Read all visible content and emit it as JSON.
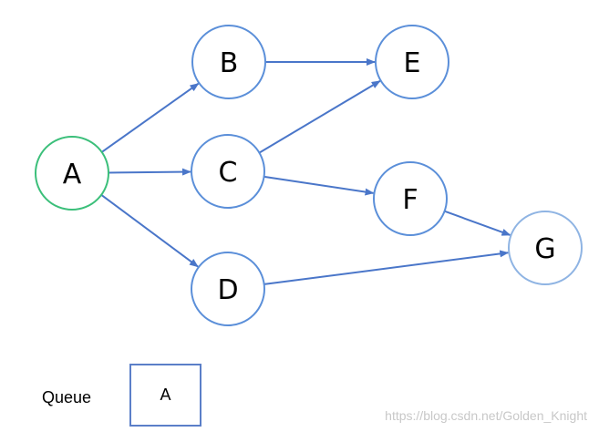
{
  "colors": {
    "edge": "#4a76c9",
    "node_default": "#5b8fd9",
    "node_start": "#3bbf7a",
    "node_target": "#8fb4e3",
    "queue_border": "#5b7fc8",
    "watermark": "#c8c8c8"
  },
  "graph": {
    "nodes": [
      {
        "id": "A",
        "label": "A",
        "state": "start"
      },
      {
        "id": "B",
        "label": "B",
        "state": "default"
      },
      {
        "id": "C",
        "label": "C",
        "state": "default"
      },
      {
        "id": "D",
        "label": "D",
        "state": "default"
      },
      {
        "id": "E",
        "label": "E",
        "state": "default"
      },
      {
        "id": "F",
        "label": "F",
        "state": "default"
      },
      {
        "id": "G",
        "label": "G",
        "state": "target"
      }
    ],
    "edges": [
      {
        "from": "A",
        "to": "B"
      },
      {
        "from": "A",
        "to": "C"
      },
      {
        "from": "A",
        "to": "D"
      },
      {
        "from": "B",
        "to": "E"
      },
      {
        "from": "C",
        "to": "E"
      },
      {
        "from": "C",
        "to": "F"
      },
      {
        "from": "F",
        "to": "G"
      },
      {
        "from": "D",
        "to": "G"
      }
    ]
  },
  "queue": {
    "label": "Queue",
    "items": [
      "A"
    ]
  },
  "watermark": "https://blog.csdn.net/Golden_Knight"
}
